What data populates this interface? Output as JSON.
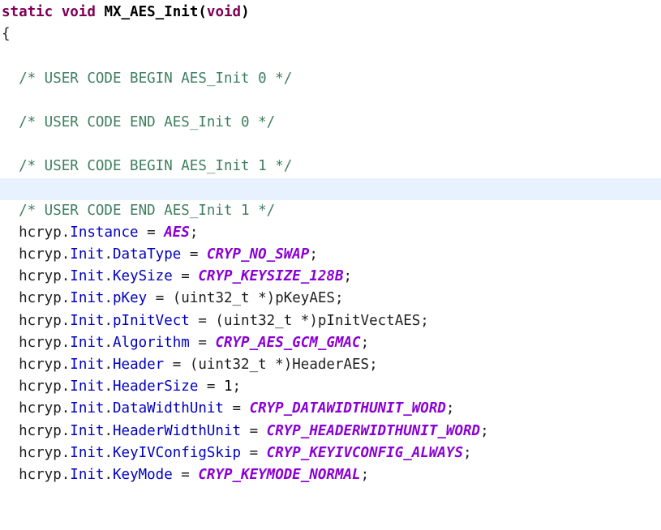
{
  "editor": {
    "lines": [
      {
        "segments": [
          {
            "t": "kw",
            "v": "static"
          },
          {
            "t": "pl",
            "v": " "
          },
          {
            "t": "kw",
            "v": "void"
          },
          {
            "t": "pl",
            "v": " "
          },
          {
            "t": "fn",
            "v": "MX_AES_Init"
          },
          {
            "t": "fn",
            "v": "("
          },
          {
            "t": "kw",
            "v": "void"
          },
          {
            "t": "fn",
            "v": ")"
          }
        ]
      },
      {
        "segments": [
          {
            "t": "pl",
            "v": "{"
          }
        ]
      },
      {
        "segments": []
      },
      {
        "segments": [
          {
            "t": "pl",
            "v": "  "
          },
          {
            "t": "cm",
            "v": "/* USER CODE BEGIN AES_Init 0 */"
          }
        ]
      },
      {
        "segments": []
      },
      {
        "segments": [
          {
            "t": "pl",
            "v": "  "
          },
          {
            "t": "cm",
            "v": "/* USER CODE END AES_Init 0 */"
          }
        ]
      },
      {
        "segments": []
      },
      {
        "segments": [
          {
            "t": "pl",
            "v": "  "
          },
          {
            "t": "cm",
            "v": "/* USER CODE BEGIN AES_Init 1 */"
          }
        ]
      },
      {
        "segments": [],
        "current": true
      },
      {
        "segments": [
          {
            "t": "pl",
            "v": "  "
          },
          {
            "t": "cm",
            "v": "/* USER CODE END AES_Init 1 */"
          }
        ]
      },
      {
        "segments": [
          {
            "t": "pl",
            "v": "  hcryp."
          },
          {
            "t": "fld",
            "v": "Instance"
          },
          {
            "t": "pl",
            "v": " = "
          },
          {
            "t": "mac",
            "v": "AES"
          },
          {
            "t": "pl",
            "v": ";"
          }
        ]
      },
      {
        "segments": [
          {
            "t": "pl",
            "v": "  hcryp."
          },
          {
            "t": "fld",
            "v": "Init"
          },
          {
            "t": "pl",
            "v": "."
          },
          {
            "t": "fld",
            "v": "DataType"
          },
          {
            "t": "pl",
            "v": " = "
          },
          {
            "t": "mac",
            "v": "CRYP_NO_SWAP"
          },
          {
            "t": "pl",
            "v": ";"
          }
        ]
      },
      {
        "segments": [
          {
            "t": "pl",
            "v": "  hcryp."
          },
          {
            "t": "fld",
            "v": "Init"
          },
          {
            "t": "pl",
            "v": "."
          },
          {
            "t": "fld",
            "v": "KeySize"
          },
          {
            "t": "pl",
            "v": " = "
          },
          {
            "t": "mac",
            "v": "CRYP_KEYSIZE_128B"
          },
          {
            "t": "pl",
            "v": ";"
          }
        ]
      },
      {
        "segments": [
          {
            "t": "pl",
            "v": "  hcryp."
          },
          {
            "t": "fld",
            "v": "Init"
          },
          {
            "t": "pl",
            "v": "."
          },
          {
            "t": "fld",
            "v": "pKey"
          },
          {
            "t": "pl",
            "v": " = (uint32_t *)pKeyAES;"
          }
        ]
      },
      {
        "segments": [
          {
            "t": "pl",
            "v": "  hcryp."
          },
          {
            "t": "fld",
            "v": "Init"
          },
          {
            "t": "pl",
            "v": "."
          },
          {
            "t": "fld",
            "v": "pInitVect"
          },
          {
            "t": "pl",
            "v": " = (uint32_t *)pInitVectAES;"
          }
        ]
      },
      {
        "segments": [
          {
            "t": "pl",
            "v": "  hcryp."
          },
          {
            "t": "fld",
            "v": "Init"
          },
          {
            "t": "pl",
            "v": "."
          },
          {
            "t": "fld",
            "v": "Algorithm"
          },
          {
            "t": "pl",
            "v": " = "
          },
          {
            "t": "mac",
            "v": "CRYP_AES_GCM_GMAC"
          },
          {
            "t": "pl",
            "v": ";"
          }
        ]
      },
      {
        "segments": [
          {
            "t": "pl",
            "v": "  hcryp."
          },
          {
            "t": "fld",
            "v": "Init"
          },
          {
            "t": "pl",
            "v": "."
          },
          {
            "t": "fld",
            "v": "Header"
          },
          {
            "t": "pl",
            "v": " = (uint32_t *)HeaderAES;"
          }
        ]
      },
      {
        "segments": [
          {
            "t": "pl",
            "v": "  hcryp."
          },
          {
            "t": "fld",
            "v": "Init"
          },
          {
            "t": "pl",
            "v": "."
          },
          {
            "t": "fld",
            "v": "HeaderSize"
          },
          {
            "t": "pl",
            "v": " = "
          },
          {
            "t": "num",
            "v": "1"
          },
          {
            "t": "pl",
            "v": ";"
          }
        ]
      },
      {
        "segments": [
          {
            "t": "pl",
            "v": "  hcryp."
          },
          {
            "t": "fld",
            "v": "Init"
          },
          {
            "t": "pl",
            "v": "."
          },
          {
            "t": "fld",
            "v": "DataWidthUnit"
          },
          {
            "t": "pl",
            "v": " = "
          },
          {
            "t": "mac",
            "v": "CRYP_DATAWIDTHUNIT_WORD"
          },
          {
            "t": "pl",
            "v": ";"
          }
        ]
      },
      {
        "segments": [
          {
            "t": "pl",
            "v": "  hcryp."
          },
          {
            "t": "fld",
            "v": "Init"
          },
          {
            "t": "pl",
            "v": "."
          },
          {
            "t": "fld",
            "v": "HeaderWidthUnit"
          },
          {
            "t": "pl",
            "v": " = "
          },
          {
            "t": "mac",
            "v": "CRYP_HEADERWIDTHUNIT_WORD"
          },
          {
            "t": "pl",
            "v": ";"
          }
        ]
      },
      {
        "segments": [
          {
            "t": "pl",
            "v": "  hcryp."
          },
          {
            "t": "fld",
            "v": "Init"
          },
          {
            "t": "pl",
            "v": "."
          },
          {
            "t": "fld",
            "v": "KeyIVConfigSkip"
          },
          {
            "t": "pl",
            "v": " = "
          },
          {
            "t": "mac",
            "v": "CRYP_KEYIVCONFIG_ALWAYS"
          },
          {
            "t": "pl",
            "v": ";"
          }
        ]
      },
      {
        "segments": [
          {
            "t": "pl",
            "v": "  hcryp."
          },
          {
            "t": "fld",
            "v": "Init"
          },
          {
            "t": "pl",
            "v": "."
          },
          {
            "t": "fld",
            "v": "KeyMode"
          },
          {
            "t": "pl",
            "v": " = "
          },
          {
            "t": "mac",
            "v": "CRYP_KEYMODE_NORMAL"
          },
          {
            "t": "pl",
            "v": ";"
          }
        ]
      }
    ]
  },
  "colors": {
    "keyword": "#7f0055",
    "comment": "#3f7f5f",
    "field": "#0000c0",
    "macro": "#8a00d4",
    "current_line": "#e8f2fe",
    "background": "#ffffff"
  }
}
